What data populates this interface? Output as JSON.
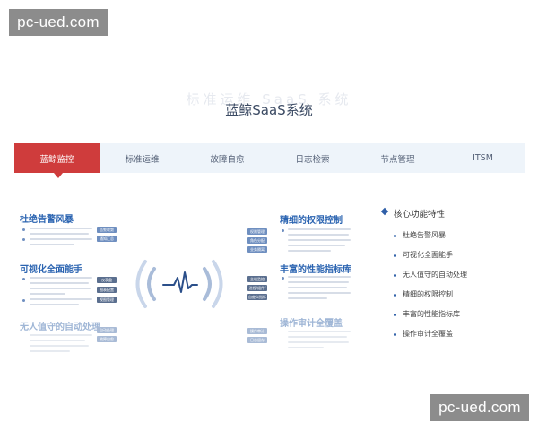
{
  "watermark": {
    "text": "pc-ued.com"
  },
  "header": {
    "ghost_title": "标准运维 SaaS 系统",
    "title": "蓝鲸SaaS系统"
  },
  "tabs": [
    {
      "label": "蓝鲸监控",
      "active": true
    },
    {
      "label": "标准运维",
      "active": false
    },
    {
      "label": "故障自愈",
      "active": false
    },
    {
      "label": "日志检索",
      "active": false
    },
    {
      "label": "节点管理",
      "active": false
    },
    {
      "label": "ITSM",
      "active": false
    }
  ],
  "left_features": [
    {
      "title": "杜绝告警风暴",
      "tags": [
        "告警收敛",
        "通知汇总"
      ]
    },
    {
      "title": "可视化全面能手",
      "tags": [
        "仪表盘",
        "图表配置",
        "视图管理"
      ]
    },
    {
      "title": "无人值守的自动处理",
      "tags": [
        "自动处理",
        "故障自愈"
      ]
    }
  ],
  "right_features": [
    {
      "title": "精细的权限控制",
      "tags": [
        "权限管理",
        "角色分配",
        "业务隔离"
      ]
    },
    {
      "title": "丰富的性能指标库",
      "tags": [
        "主机监控",
        "进程/组件/服务",
        "自定义指标"
      ]
    },
    {
      "title": "操作审计全覆盖",
      "tags": [
        "操作审计",
        "日志留存"
      ]
    }
  ],
  "features_panel": {
    "title": "核心功能特性",
    "items": [
      "杜绝告警风暴",
      "可视化全面能手",
      "无人值守的自动处理",
      "精细的权限控制",
      "丰富的性能指标库",
      "操作审计全覆盖"
    ]
  },
  "colors": {
    "active_tab": "#cf3c3c",
    "accent_blue": "#2b64b1",
    "tab_bar_bg": "#eef4fa"
  }
}
